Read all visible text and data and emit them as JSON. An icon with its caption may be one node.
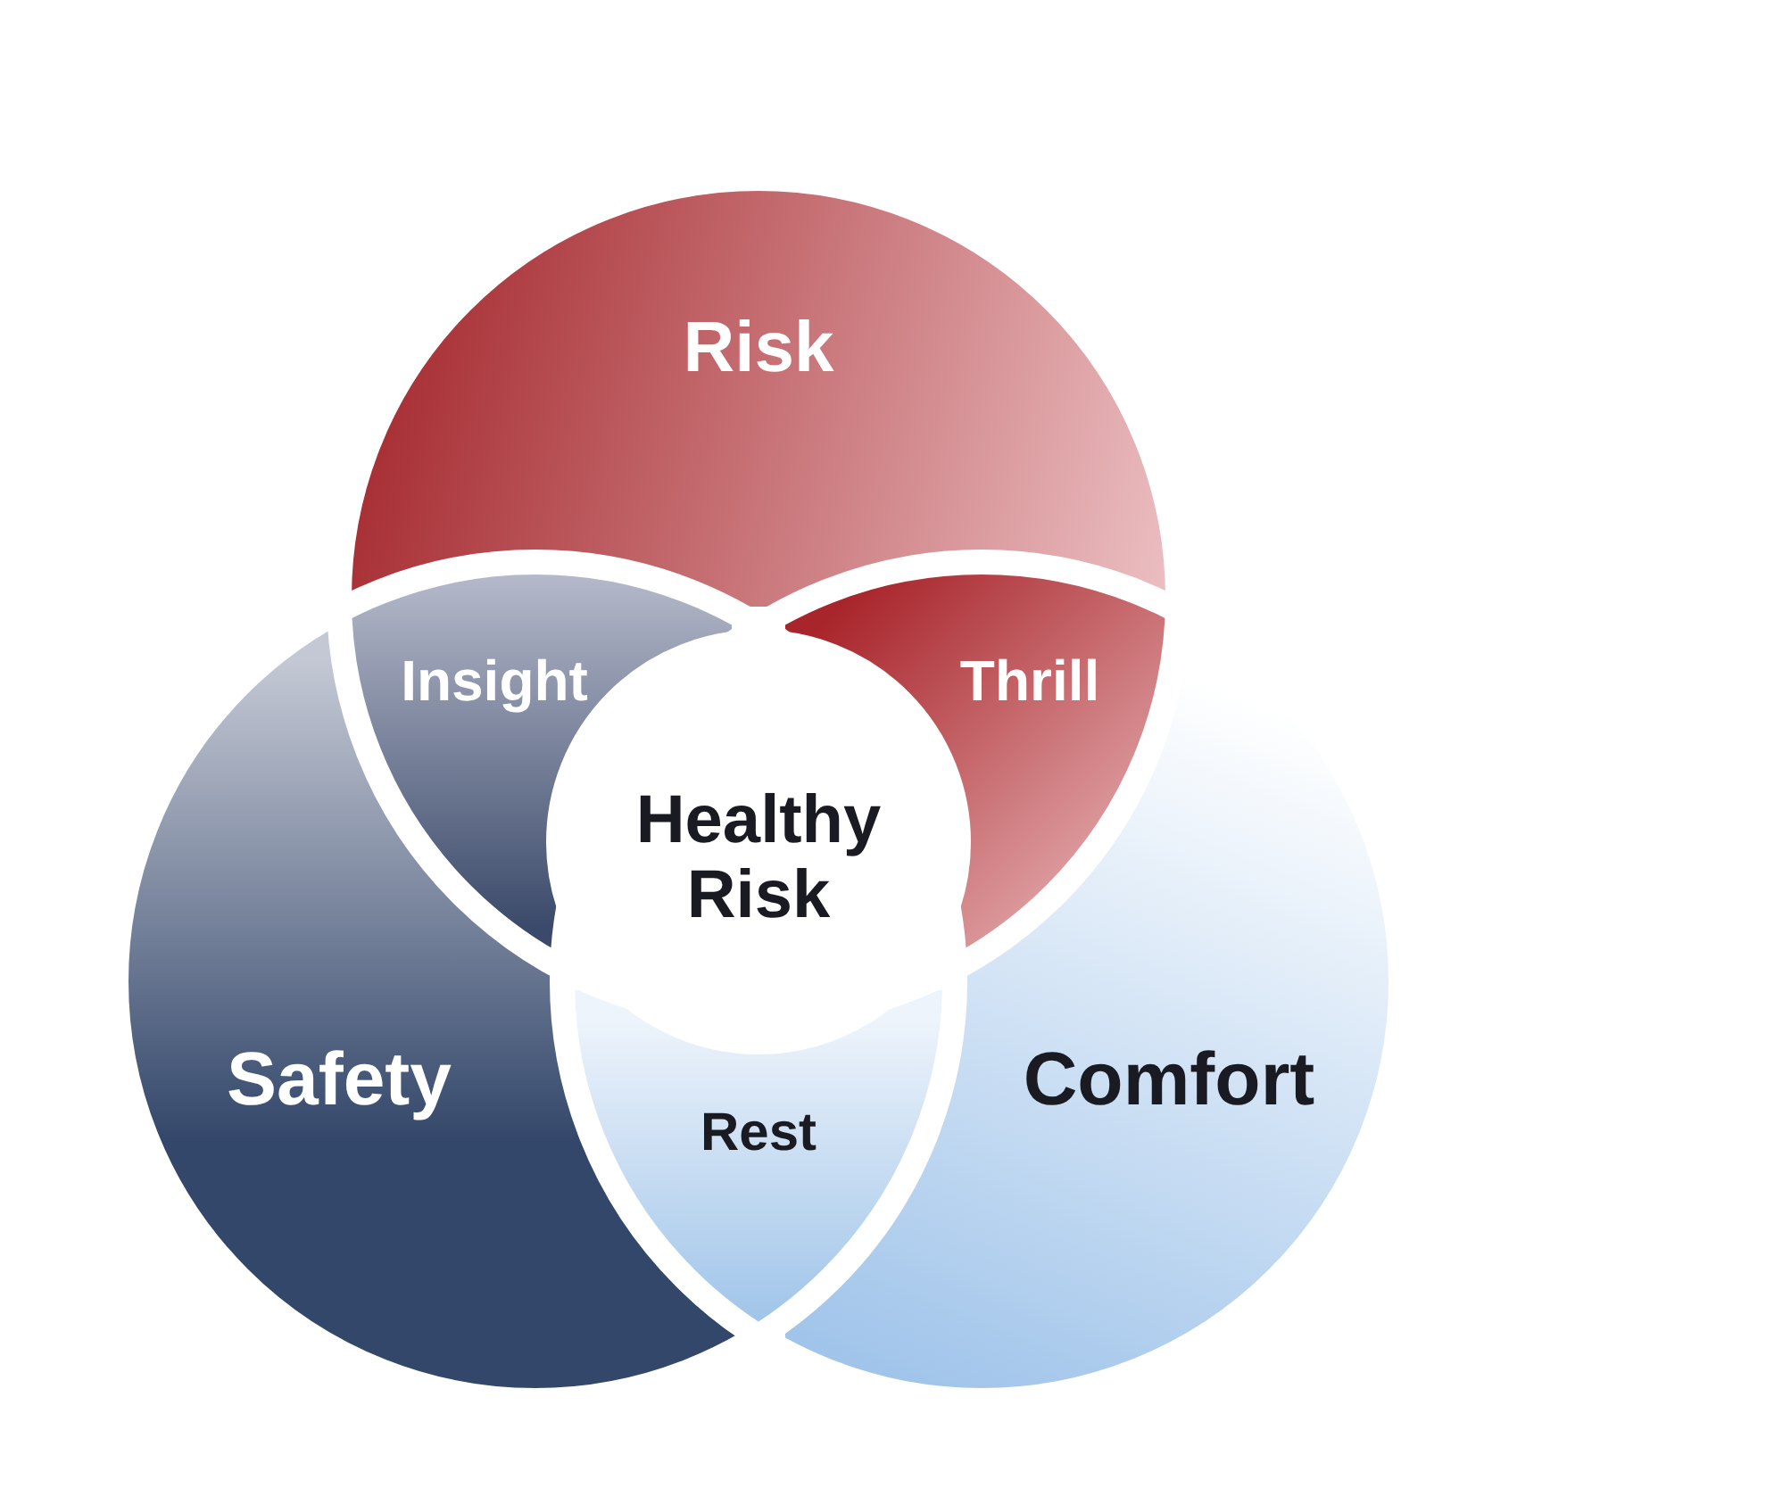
{
  "diagram": {
    "nodes": [
      {
        "text": [
          "Risk"
        ]
      },
      {
        "text": [
          "Insight"
        ]
      },
      {
        "text": [
          "Thrill"
        ]
      },
      {
        "text": [
          "Healthy Risk"
        ]
      },
      {
        "text": [
          "Safety"
        ]
      },
      {
        "text": [
          "Rest"
        ]
      },
      {
        "text": [
          "Comfort"
        ]
      }
    ]
  }
}
